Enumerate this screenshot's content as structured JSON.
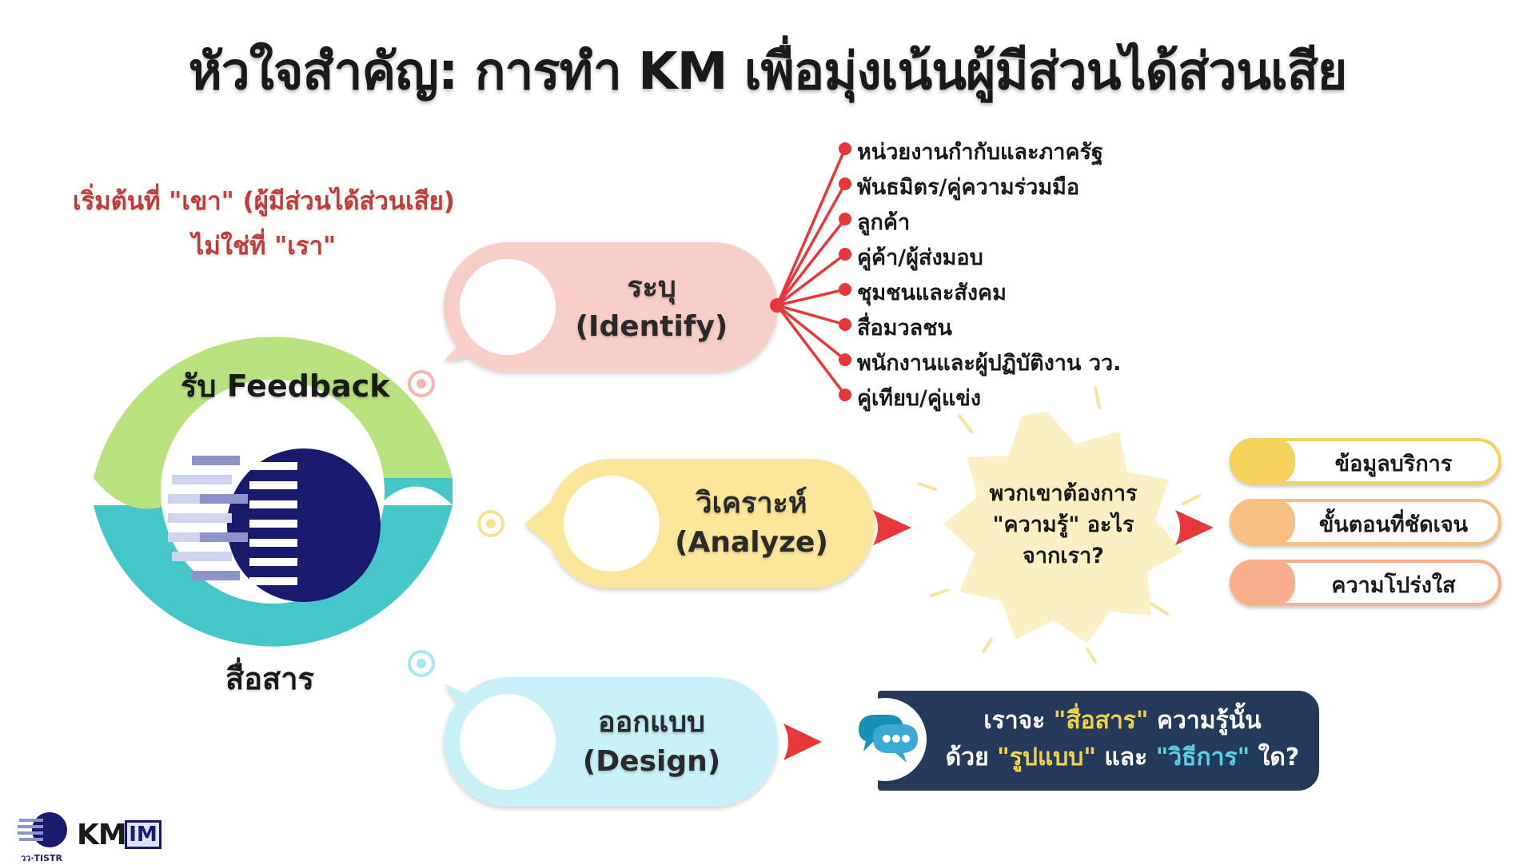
{
  "title": "หัวใจสำคัญ: การทำ KM เพื่อมุ่งเน้นผู้มีส่วนได้ส่วนเสีย",
  "intro": {
    "line1": "เริ่มต้นที่ \"เขา\" (ผู้มีส่วนได้ส่วนเสีย)",
    "line2": "ไม่ใช่ที่ \"เรา\""
  },
  "cycle": {
    "top_label": "รับ Feedback",
    "bottom_label": "สื่อสาร"
  },
  "steps": {
    "identify": {
      "th": "ระบุ",
      "en": "(Identify)"
    },
    "analyze": {
      "th": "วิเคราะห์",
      "en": "(Analyze)"
    },
    "design": {
      "th": "ออกแบบ",
      "en": "(Design)"
    }
  },
  "stakeholders": [
    "หน่วยงานกำกับและภาครัฐ",
    "พันธมิตร/คู่ความร่วมมือ",
    "ลูกค้า",
    "คู่ค้า/ผู้ส่งมอบ",
    "ชุมชนและสังคม",
    "สื่อมวลชน",
    "พนักงานและผู้ปฏิบัติงาน วว.",
    "คู่เทียบ/คู่แข่ง"
  ],
  "need": {
    "line1": "พวกเขาต้องการ",
    "line2": "\"ความรู้\" อะไร",
    "line3": "จากเรา?"
  },
  "outcomes": [
    {
      "label": "ข้อมูลบริการ",
      "color": "#f7d25a"
    },
    {
      "label": "ขั้นตอนที่ชัดเจน",
      "color": "#f8c080"
    },
    {
      "label": "ความโปร่งใส",
      "color": "#f9ae8c"
    }
  ],
  "design_question": {
    "l1_a": "เราจะ ",
    "l1_b": "\"สื่อสาร\"",
    "l1_c": " ความรู้นั้น",
    "l2_a": "ด้วย ",
    "l2_b": "\"รูปแบบ\"",
    "l2_c": " และ ",
    "l2_d": "\"วิธีการ\"",
    "l2_e": " ใด?"
  },
  "logo": {
    "org_text": "วว·TISTR",
    "km": "KM",
    "im": "IM"
  },
  "colors": {
    "identify": "#f8cfc8",
    "analyze": "#fbe79a",
    "design": "#c8f1f8",
    "ring_top": "#b7e27e",
    "ring_bottom": "#45c6c9",
    "navy": "#1a1a6e",
    "accent_red": "#e63838",
    "dark_box": "#233a5a"
  }
}
